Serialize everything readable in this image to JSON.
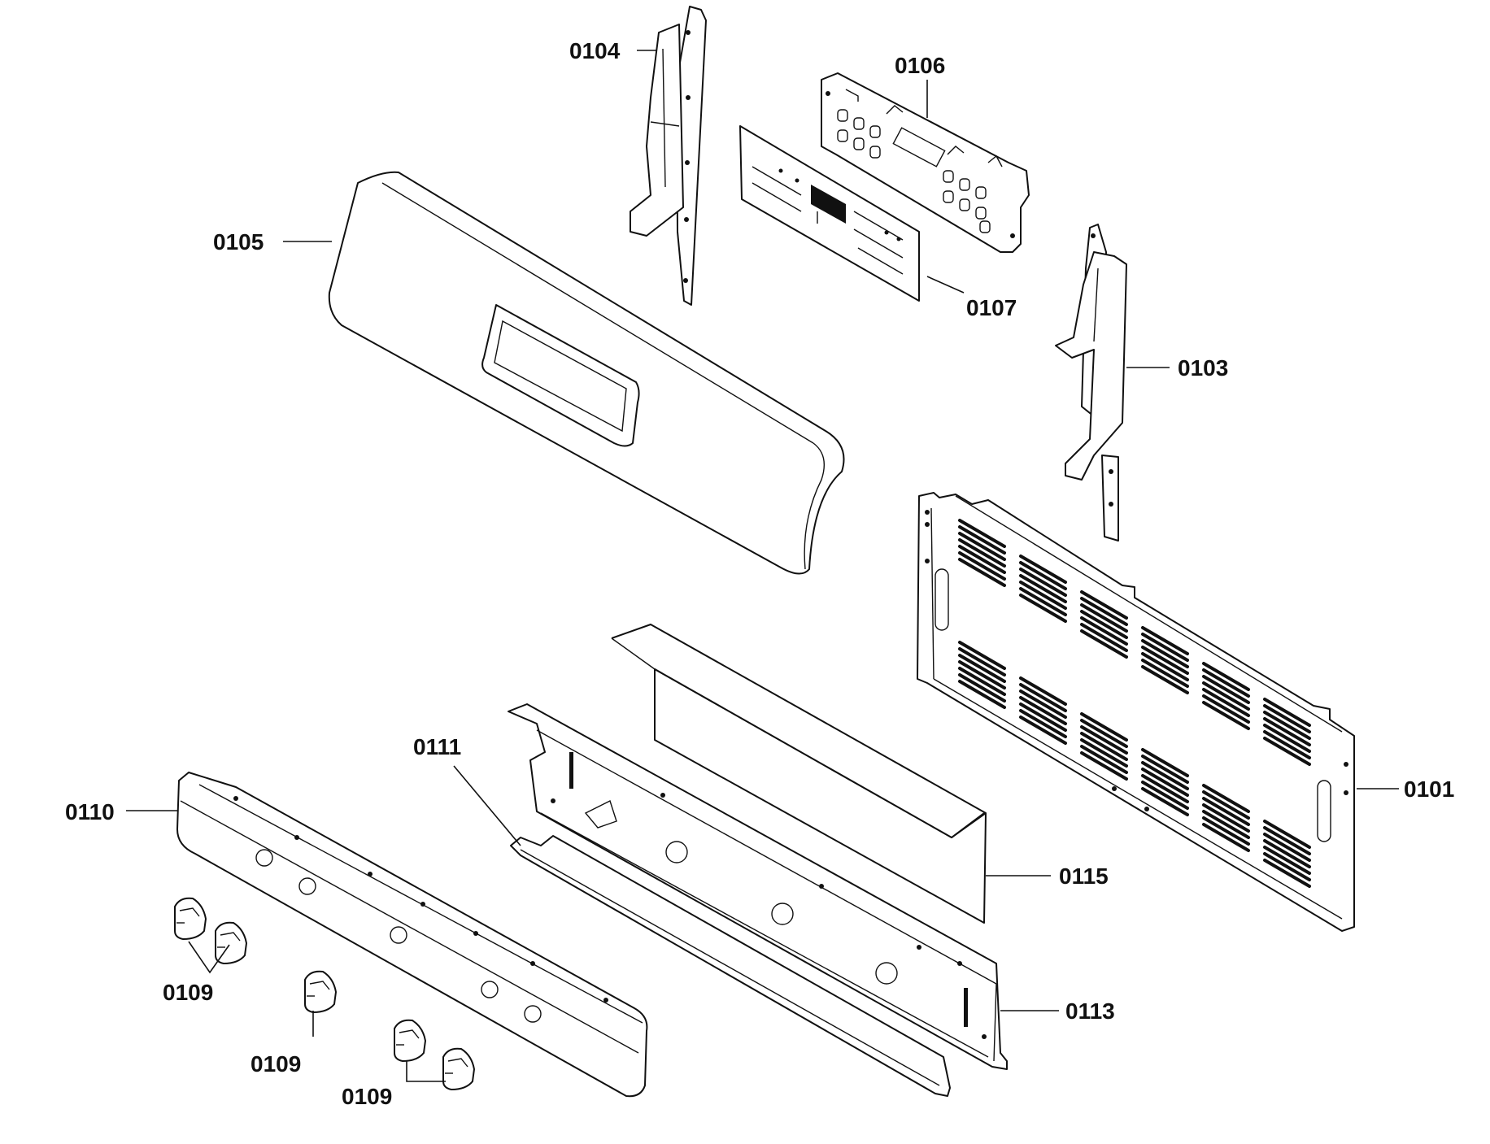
{
  "labels": {
    "p0101": "0101",
    "p0103": "0103",
    "p0104": "0104",
    "p0105": "0105",
    "p0106": "0106",
    "p0107": "0107",
    "p0109a": "0109",
    "p0109b": "0109",
    "p0109c": "0109",
    "p0110": "0110",
    "p0111": "0111",
    "p0113": "0113",
    "p0115": "0115"
  }
}
